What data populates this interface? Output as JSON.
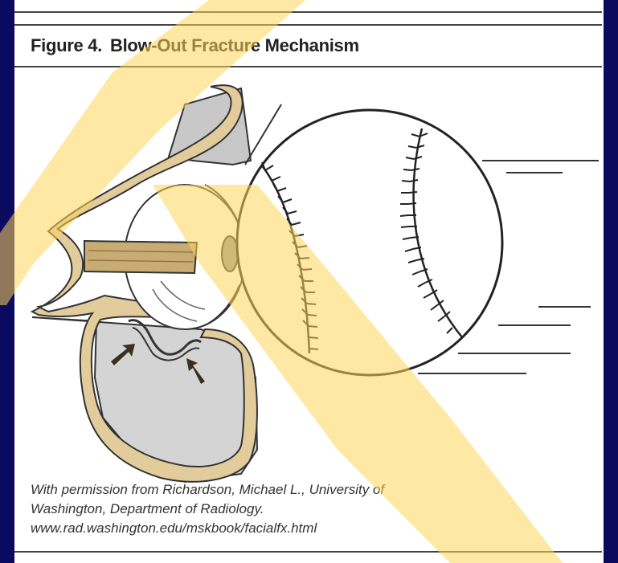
{
  "figure": {
    "number": "Figure 4.",
    "title": "Blow-Out Fracture Mechanism"
  },
  "caption": {
    "line1": "With permission from Richardson, Michael L., University of",
    "line2": "Washington, Department of Radiology.",
    "line3": "www.rad.washington.edu/mskbook/facialfx.html"
  },
  "colors": {
    "background": "#0a0a5e",
    "panel": "#ffffff",
    "bone_fill": "#e0c896",
    "muscle_fill": "#c9ab74",
    "soft_tissue": "#c8c8c8",
    "stroke": "#333333",
    "highlight_stripe": "#ffd35a"
  }
}
